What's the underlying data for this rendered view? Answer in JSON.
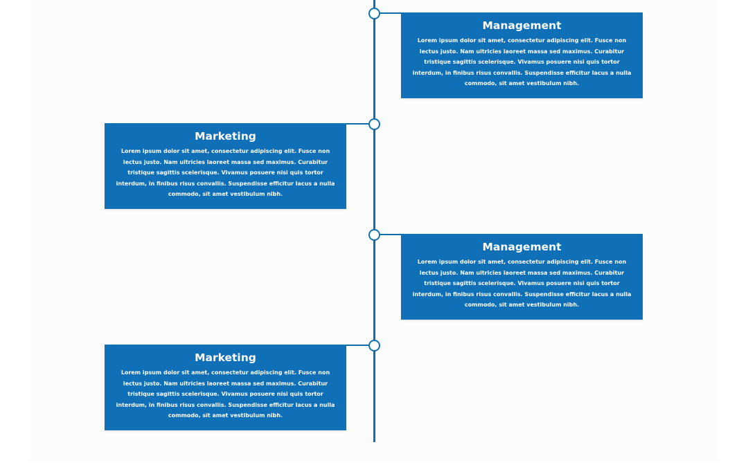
{
  "colors": {
    "accent": "#0f70b7",
    "background": "#fcfcfd"
  },
  "timeline": {
    "items": [
      {
        "side": "right",
        "title": "Management",
        "body": "Lorem ipsum dolor sit amet, consectetur adipiscing elit. Fusce non lectus justo. Nam ultricies laoreet massa sed maximus. Curabitur tristique sagittis scelerisque. Vivamus posuere nisi quis tortor interdum, in finibus risus convallis. Suspendisse efficitur lacus a nulla commodo, sit amet vestibulum nibh."
      },
      {
        "side": "left",
        "title": "Marketing",
        "body": "Lorem ipsum dolor sit amet, consectetur adipiscing elit. Fusce non lectus justo. Nam ultricies laoreet massa sed maximus. Curabitur tristique sagittis scelerisque. Vivamus posuere nisi quis tortor interdum, in finibus risus convallis. Suspendisse efficitur lacus a nulla commodo, sit amet vestibulum nibh."
      },
      {
        "side": "right",
        "title": "Management",
        "body": "Lorem ipsum dolor sit amet, consectetur adipiscing elit. Fusce non lectus justo. Nam ultricies laoreet massa sed maximus. Curabitur tristique sagittis scelerisque. Vivamus posuere nisi quis tortor interdum, in finibus risus convallis. Suspendisse efficitur lacus a nulla commodo, sit amet vestibulum nibh."
      },
      {
        "side": "left",
        "title": "Marketing",
        "body": "Lorem ipsum dolor sit amet, consectetur adipiscing elit. Fusce non lectus justo. Nam ultricies laoreet massa sed maximus. Curabitur tristique sagittis scelerisque. Vivamus posuere nisi quis tortor interdum, in finibus risus convallis. Suspendisse efficitur lacus a nulla commodo, sit amet vestibulum nibh."
      }
    ]
  }
}
